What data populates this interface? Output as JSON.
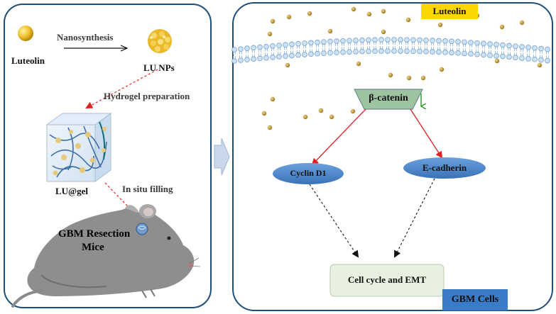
{
  "left_panel": {
    "luteolin": "Luteolin",
    "nanosynthesis": "Nanosynthesis",
    "lu_nps": "LU NPs",
    "hydrogel_preparation": "Hydrogel preparation",
    "lu_gel": "LU@gel",
    "in_situ_filling": "In situ filling",
    "mice_label_line1": "GBM Resection",
    "mice_label_line2": "Mice"
  },
  "right_panel": {
    "luteolin_tag": "Luteolin",
    "beta_catenin": "β-catenin",
    "cyclin_d1": "Cyclin D1",
    "e_cadherin": "E-cadherin",
    "outcome": "Cell cycle and EMT",
    "cell_tag": "GBM Cells"
  },
  "colors": {
    "panel_border": "#1f4e79",
    "membrane": "#8fb8e0",
    "particle": "#c8a030",
    "oval": "#4a86cc",
    "trapezoid": "#9dc3a0",
    "red_arrow": "#e02020",
    "outcome_box": "#e8f0e0",
    "cell_tag": "#3a7cc8",
    "luteolin_tag": "#ffd700"
  }
}
